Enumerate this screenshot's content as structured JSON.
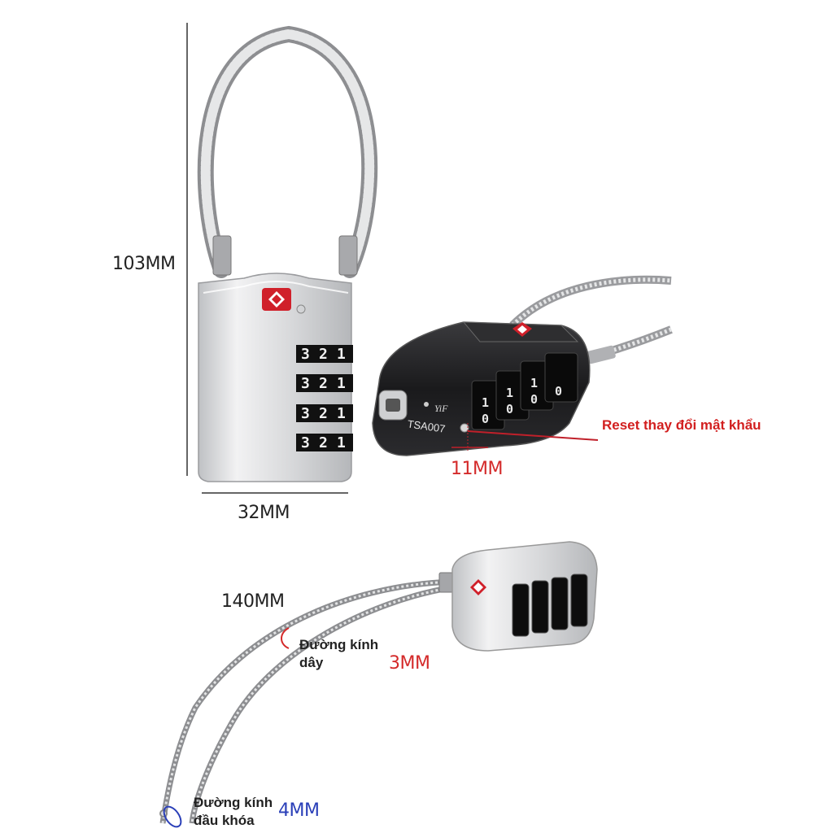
{
  "dimensions": {
    "height": "103MM",
    "width": "32MM",
    "thickness": "11MM",
    "cable_length": "140MM",
    "cable_diameter": "3MM",
    "head_diameter": "4MM"
  },
  "annotations": {
    "reset": "Reset thay đổi mật khẩu",
    "cable_diameter_line1": "Đường kính",
    "cable_diameter_line2": "dây",
    "head_diameter_line1": "Đường kính",
    "head_diameter_line2": "đầu khóa"
  },
  "lock_labels": {
    "brand": "YiF",
    "model": "TSA007",
    "dial_digits": [
      "3",
      "2",
      "1"
    ]
  },
  "colors": {
    "dimension_red": "#d42a2a",
    "dimension_blue": "#2a3fb8",
    "tsa_red": "#d0202a",
    "silver": "#d9dadc",
    "black_body": "#1c1c1e"
  }
}
